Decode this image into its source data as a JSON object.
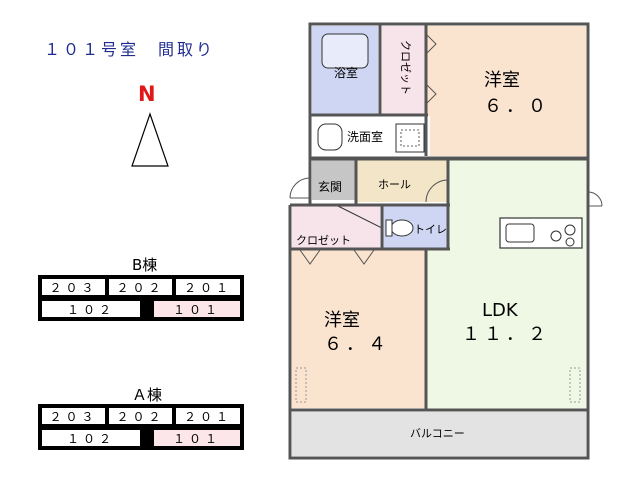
{
  "title": "１０１号室　間取り",
  "north_label": "N",
  "buildings": [
    {
      "name": "B棟",
      "upper": [
        "２０３",
        "２０２",
        "２０１"
      ],
      "lower": [
        "１０２",
        "１０１"
      ],
      "selected": "１０１"
    },
    {
      "name": "Ａ棟",
      "upper": [
        "２０３",
        "２０２",
        "２０１"
      ],
      "lower": [
        "１０２",
        "１０１"
      ],
      "selected": "１０１"
    }
  ],
  "rooms": {
    "bath": "浴室",
    "closet_top": "クロゼット",
    "western1_name": "洋室",
    "western1_size": "６．０",
    "washroom": "洗面室",
    "entrance": "玄関",
    "hall": "ホール",
    "toilet": "トイレ",
    "closet_bottom": "クロゼット",
    "western2_name": "洋室",
    "western2_size": "６．４",
    "ldk_name": "LDK",
    "ldk_size": "１１．２",
    "balcony": "バルコニー"
  },
  "colors": {
    "bath": "#cfd6f3",
    "closet": "#f7e3ea",
    "western": "#fae4cf",
    "ldk": "#eef8e4",
    "entrance": "#c6c6c6",
    "hall": "#f3e6c8",
    "toilet": "#cfd6f3",
    "balcony": "#e3e3e3",
    "selected_unit": "#fde6ea",
    "title": "#1f2c8f",
    "north": "#e01818"
  }
}
